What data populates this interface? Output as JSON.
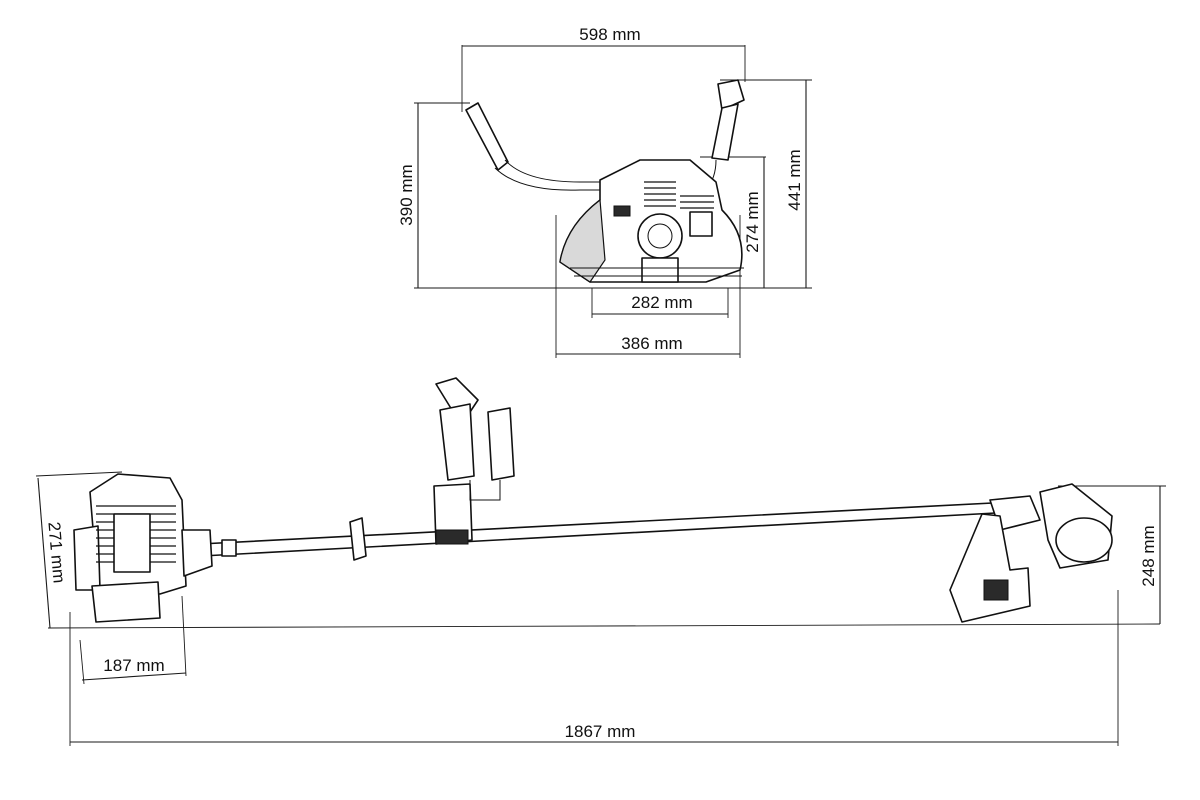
{
  "dimensions": {
    "top_width": "598 mm",
    "handle_height": "390 mm",
    "overall_height": "441 mm",
    "engine_height": "274 mm",
    "engine_width": "282 mm",
    "base_width": "386 mm",
    "side_height_left": "271 mm",
    "side_width_engine": "187 mm",
    "overall_length": "1867 mm",
    "head_height": "248 mm"
  },
  "colors": {
    "line": "#111111",
    "background": "#ffffff",
    "fill_dark": "#2a2a2a",
    "fill_grey": "#d9d9d9"
  }
}
